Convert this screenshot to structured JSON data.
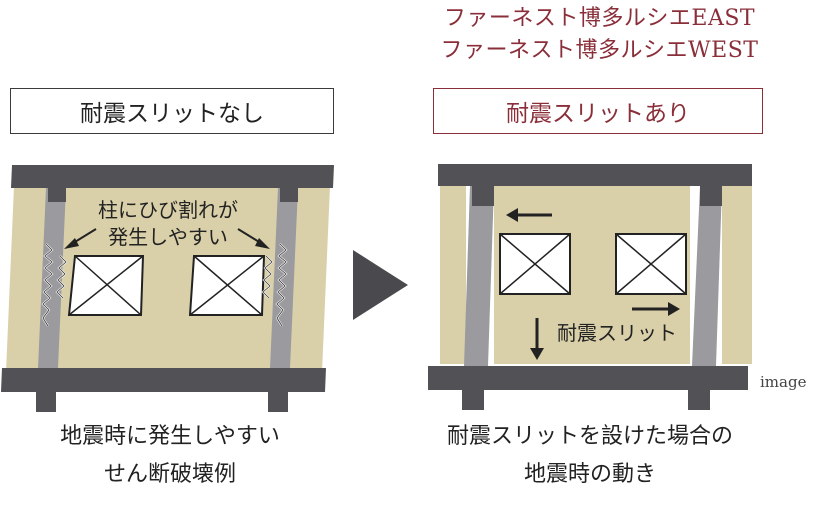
{
  "header": {
    "line1": "ファーネスト博多ルシエEAST",
    "line2": "ファーネスト博多ルシエWEST"
  },
  "left_panel": {
    "label": "耐震スリットなし",
    "annotation_line1": "柱にひび割れが",
    "annotation_line2": "発生しやすい",
    "caption_line1": "地震時に発生しやすい",
    "caption_line2": "せん断破壊例"
  },
  "right_panel": {
    "label": "耐震スリットあり",
    "slit_label": "耐震スリット",
    "caption_line1": "耐震スリットを設けた場合の",
    "caption_line2": "地震時の動き",
    "image_note": "image"
  },
  "colors": {
    "accent": "#8a2f3a",
    "wall": "#d9d0a9",
    "frame": "#525256",
    "column": "#9b9b9f",
    "arrow_bg": "#4a4a4e"
  }
}
